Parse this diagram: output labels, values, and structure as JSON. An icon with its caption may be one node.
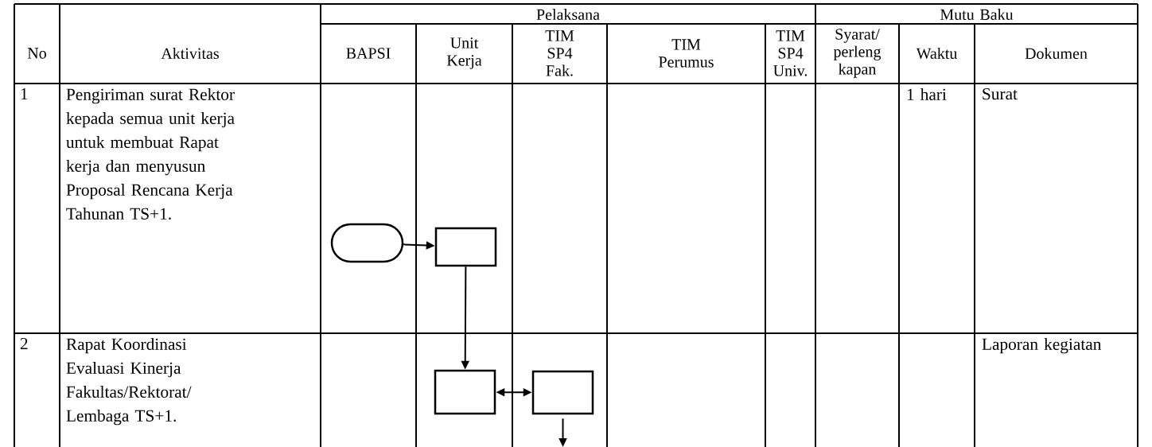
{
  "diagram": {
    "nodes": [
      {
        "text": [],
        "shape": "oval"
      },
      {
        "text": [],
        "shape": "box"
      },
      {
        "text": [],
        "shape": "box"
      },
      {
        "text": [],
        "shape": "box"
      }
    ],
    "edges": [
      {
        "from": 0,
        "to": 1,
        "arrow": "to"
      },
      {
        "from": 1,
        "to": 2,
        "arrow": "to"
      },
      {
        "from": 2,
        "to": 3,
        "arrow": "both"
      },
      {
        "from": 3,
        "to": null,
        "arrow": "to"
      }
    ],
    "labels": [
      "No",
      "Aktivitas",
      "Pelaksana",
      "Mutu Baku",
      "BAPSI",
      "Unit Kerja",
      "TIM SP4 Fak.",
      "TIM Perumus",
      "TIM SP4 Univ.",
      "Syarat/ perleng kapan",
      "Waktu",
      "Dokumen",
      "1",
      "Pengiriman surat Rektor kepada semua unit kerja untuk membuat Rapat kerja dan menyusun Proposal Rencana Kerja Tahunan TS+1.",
      "1 hari",
      "Surat",
      "2",
      "Rapat Koordinasi Evaluasi Kinerja Fakultas/Rektorat/ Lembaga TS+1.",
      "Laporan kegiatan"
    ]
  }
}
